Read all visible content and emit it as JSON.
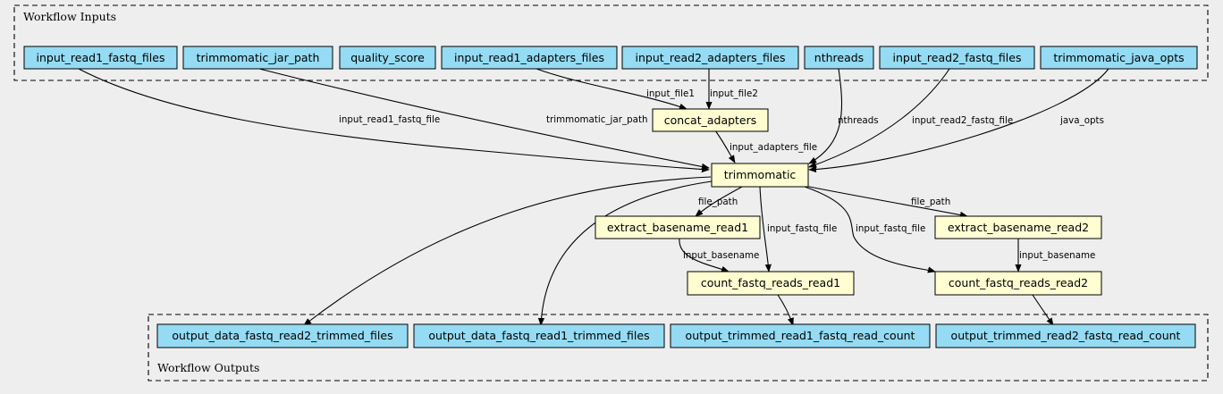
{
  "colors": {
    "background": "#eeeeee",
    "io_node_fill": "#94dbf3",
    "task_node_fill": "#fefed2",
    "stroke": "#000000"
  },
  "clusters": {
    "inputs": {
      "title": "Workflow Inputs"
    },
    "outputs": {
      "title": "Workflow Outputs"
    }
  },
  "nodes": {
    "input_read1_fastq_files": "input_read1_fastq_files",
    "trimmomatic_jar_path": "trimmomatic_jar_path",
    "quality_score": "quality_score",
    "input_read1_adapters_files": "input_read1_adapters_files",
    "input_read2_adapters_files": "input_read2_adapters_files",
    "nthreads": "nthreads",
    "input_read2_fastq_files": "input_read2_fastq_files",
    "trimmomatic_java_opts": "trimmomatic_java_opts",
    "concat_adapters": "concat_adapters",
    "trimmomatic": "trimmomatic",
    "extract_basename_read1": "extract_basename_read1",
    "extract_basename_read2": "extract_basename_read2",
    "count_fastq_reads_read1": "count_fastq_reads_read1",
    "count_fastq_reads_read2": "count_fastq_reads_read2",
    "output_data_fastq_read2_trimmed_files": "output_data_fastq_read2_trimmed_files",
    "output_data_fastq_read1_trimmed_files": "output_data_fastq_read1_trimmed_files",
    "output_trimmed_read1_fastq_read_count": "output_trimmed_read1_fastq_read_count",
    "output_trimmed_read2_fastq_read_count": "output_trimmed_read2_fastq_read_count"
  },
  "edge_labels": {
    "input_read1_fastq_file": "input_read1_fastq_file",
    "trimmomatic_jar_path": "trimmomatic_jar_path",
    "input_file1": "input_file1",
    "input_file2": "input_file2",
    "nthreads": "nthreads",
    "input_read2_fastq_file": "input_read2_fastq_file",
    "java_opts": "java_opts",
    "input_adapters_file": "input_adapters_file",
    "file_path_read1": "file_path",
    "file_path_read2": "file_path",
    "input_fastq_file_read1": "input_fastq_file",
    "input_fastq_file_read2": "input_fastq_file",
    "input_basename_read1": "input_basename",
    "input_basename_read2": "input_basename"
  }
}
